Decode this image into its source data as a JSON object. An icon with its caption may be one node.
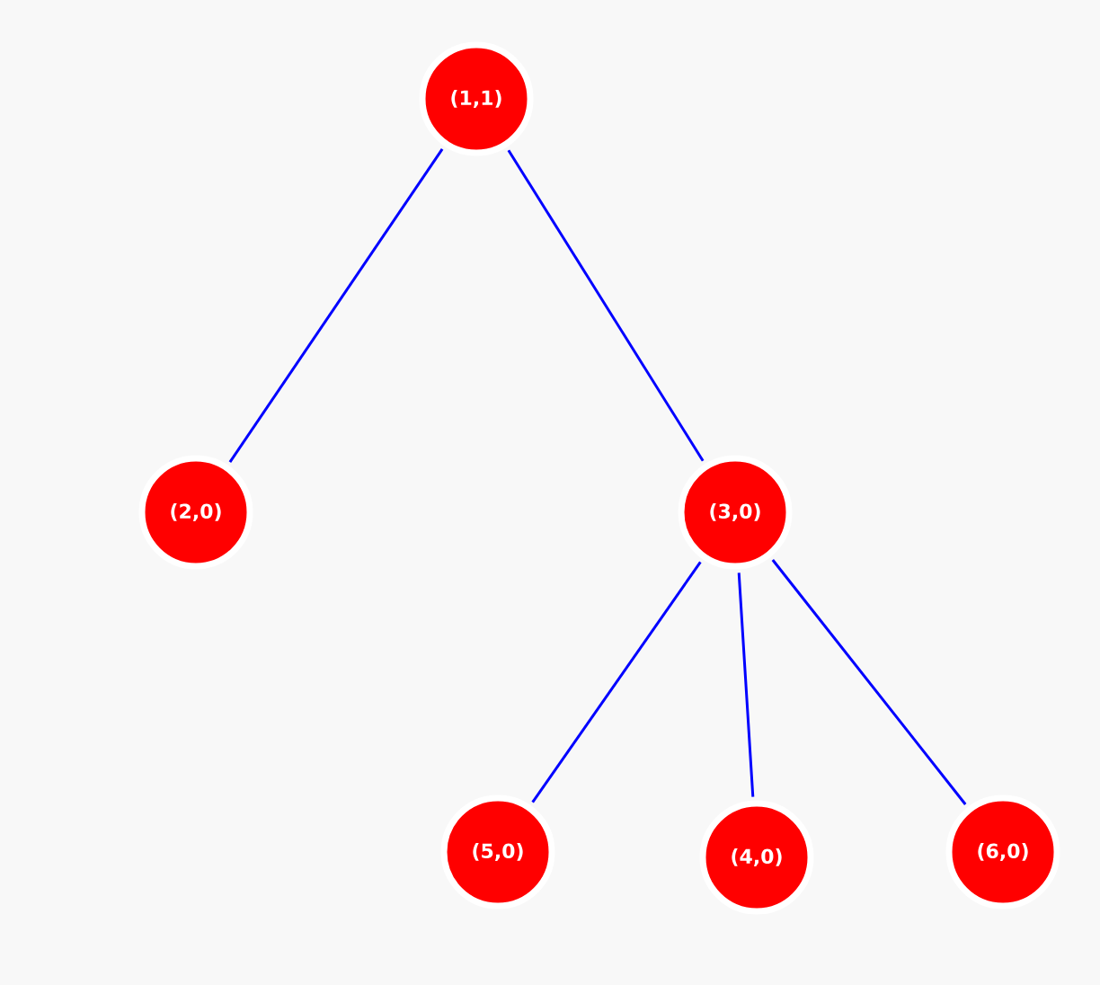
{
  "diagram": {
    "nodes": [
      {
        "text": [
          "(1,1)"
        ]
      },
      {
        "text": [
          "(2,0)"
        ]
      },
      {
        "text": [
          "(3,0)"
        ]
      },
      {
        "text": [
          "(5,0)"
        ]
      },
      {
        "text": [
          "(4,0)"
        ]
      },
      {
        "text": [
          "(6,0)"
        ]
      }
    ],
    "edges": [
      {
        "from": 0,
        "to": 1,
        "arrow": "none"
      },
      {
        "from": 0,
        "to": 2,
        "arrow": "none"
      },
      {
        "from": 2,
        "to": 3,
        "arrow": "none"
      },
      {
        "from": 2,
        "to": 4,
        "arrow": "none"
      },
      {
        "from": 2,
        "to": 5,
        "arrow": "none"
      }
    ]
  }
}
